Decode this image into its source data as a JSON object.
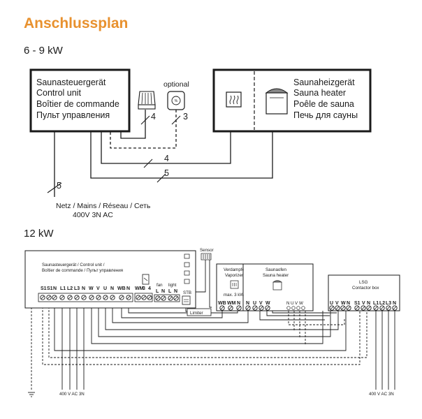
{
  "title": "Anschlussplan",
  "section_a": {
    "heading": "6 - 9 kW",
    "control_unit_lines": [
      "Saunasteuergerät",
      "Control unit",
      "Boîtier de commande",
      "Пульт управления"
    ],
    "heater_lines": [
      "Saunaheizgerät",
      "Sauna heater",
      "Poêle de sauna",
      "Печь для сауны"
    ],
    "optional_label": "optional",
    "cable_counts": {
      "sensor": "4",
      "optional_sensor": "3",
      "heater_a": "4",
      "heater_b": "5",
      "mains": "5"
    },
    "mains_lines": [
      "Netz / Mains / Réseau / Сеть",
      "400V 3N AC"
    ]
  },
  "section_b": {
    "heading": "12 kW",
    "control_unit_lines": [
      "Saunasteuergerät / Control unit /",
      "Boîtier de commande / Пульт управления"
    ],
    "sensor_label": "Sensor",
    "limiter_label": "Limiter",
    "stb_label": "STB",
    "fan_label": "fan",
    "light_label": "light",
    "ctrl_terminals": [
      "S1",
      "S1",
      "N",
      "L1",
      "L2",
      "L3",
      "N",
      "W",
      "V",
      "U",
      "N",
      "WB",
      "N"
    ],
    "wm_terminals": [
      "WM",
      "3",
      "4"
    ],
    "fan_terminals": [
      "L",
      "N"
    ],
    "light_terminals": [
      "L",
      "N"
    ],
    "vaporizer_lines": [
      "Verdampfer",
      "Vaporizer"
    ],
    "vaporizer_max": "max. 3 kW",
    "vaporizer_terminals": [
      "WB",
      "WM",
      "N"
    ],
    "heater_lines": [
      "Saunaofen",
      "Sauna heater"
    ],
    "heater_terminals_a": [
      "N",
      "U",
      "V",
      "W"
    ],
    "heater_terminals_b": [
      "N",
      "U",
      "V",
      "W"
    ],
    "contactor_lines": [
      "LSG",
      "Contactor box"
    ],
    "contactor_terminals": [
      "U",
      "V",
      "W",
      "N",
      "S1",
      "V",
      "N",
      "L1",
      "L2",
      "L3",
      "N"
    ],
    "mains_left": "400 V AC 3N",
    "mains_right": "400 V AC 3N"
  }
}
